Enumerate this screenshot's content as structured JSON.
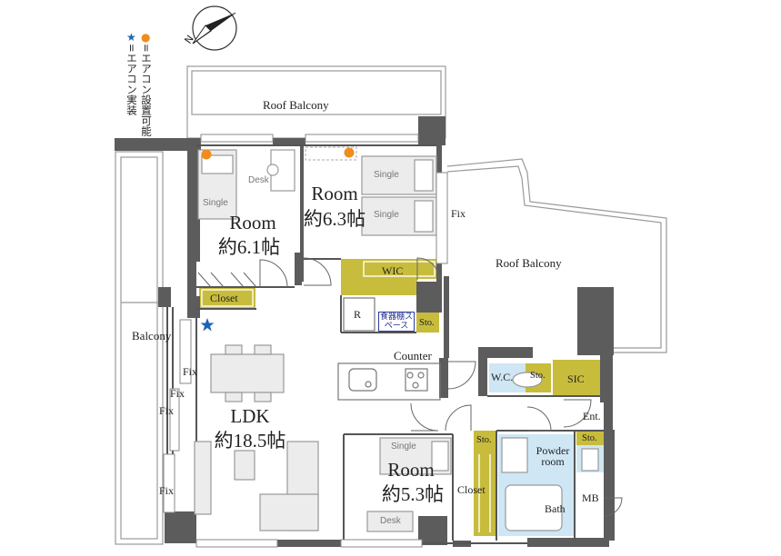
{
  "legend": {
    "possible_text": "=エアコン設置可能",
    "installed_text": "=エアコン実装",
    "possible_color": "#f08c1e",
    "installed_color": "#1d63b5"
  },
  "compass": {
    "label": "N"
  },
  "rooms": {
    "roof_balcony_top": "Roof Balcony",
    "roof_balcony_right": "Roof Balcony",
    "balcony": "Balcony",
    "room1_name": "Room",
    "room1_size": "約6.1帖",
    "room2_name": "Room",
    "room2_size": "約6.3帖",
    "room3_name": "Room",
    "room3_size": "約5.3帖",
    "ldk_name": "LDK",
    "ldk_size": "約18.5帖"
  },
  "labels": {
    "wic": "WIC",
    "closet1": "Closet",
    "closet2": "Closet",
    "fix_right": "Fix",
    "fix1": "Fix",
    "fix2": "Fix",
    "fix3": "Fix",
    "fix4": "Fix",
    "r": "R",
    "shokkidana": "食器棚スペース",
    "sto1": "Sto.",
    "sto2": "Sto.",
    "sto3": "Sto.",
    "sto4": "Sto.",
    "counter": "Counter",
    "wc": "W.C.",
    "sic": "SIC",
    "ent": "Ent.",
    "powder": "Powder room",
    "bath": "Bath",
    "mb": "MB"
  },
  "furniture": {
    "single1": "Single",
    "single2": "Single",
    "single3": "Single",
    "single4": "Single",
    "desk1": "Desk",
    "desk2": "Desk"
  },
  "colors": {
    "wall": "#5c5c5c",
    "storage": "#c8bc3c",
    "wet_area": "#cfe6f4",
    "furniture_fill": "#ececec"
  }
}
